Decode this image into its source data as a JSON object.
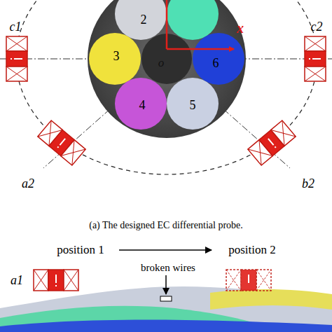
{
  "diagram": {
    "caption": "(a) The designed EC differential probe.",
    "nodes": [
      {
        "text": [
          "2"
        ]
      },
      {
        "text": [
          "3"
        ]
      },
      {
        "text": [
          "6"
        ]
      },
      {
        "text": [
          "4"
        ]
      },
      {
        "text": [
          "5"
        ]
      }
    ],
    "labels": [
      "x",
      "o",
      "c1",
      "c2",
      "a2",
      "b2",
      "position 1",
      "position 2",
      "broken wires",
      "a1"
    ]
  }
}
